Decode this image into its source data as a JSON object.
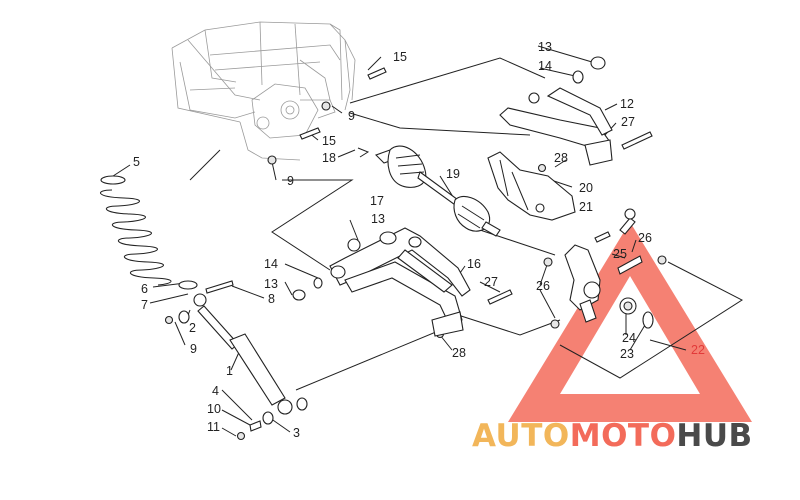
{
  "diagram": {
    "callouts": [
      "1",
      "2",
      "3",
      "4",
      "5",
      "6",
      "7",
      "8",
      "9",
      "9",
      "9",
      "10",
      "11",
      "12",
      "13",
      "13",
      "13",
      "14",
      "14",
      "15",
      "15",
      "16",
      "17",
      "18",
      "19",
      "20",
      "21",
      "22",
      "23",
      "24",
      "25",
      "26",
      "26",
      "27",
      "27",
      "28",
      "28"
    ]
  },
  "watermark": {
    "part1": "AUTO",
    "part2": "MOTO",
    "part3": "HUB",
    "colors": {
      "auto": "#f2b65a",
      "moto": "#f36b5a",
      "hub": "#4a4a4a",
      "triangle": "#f26d6d"
    }
  }
}
